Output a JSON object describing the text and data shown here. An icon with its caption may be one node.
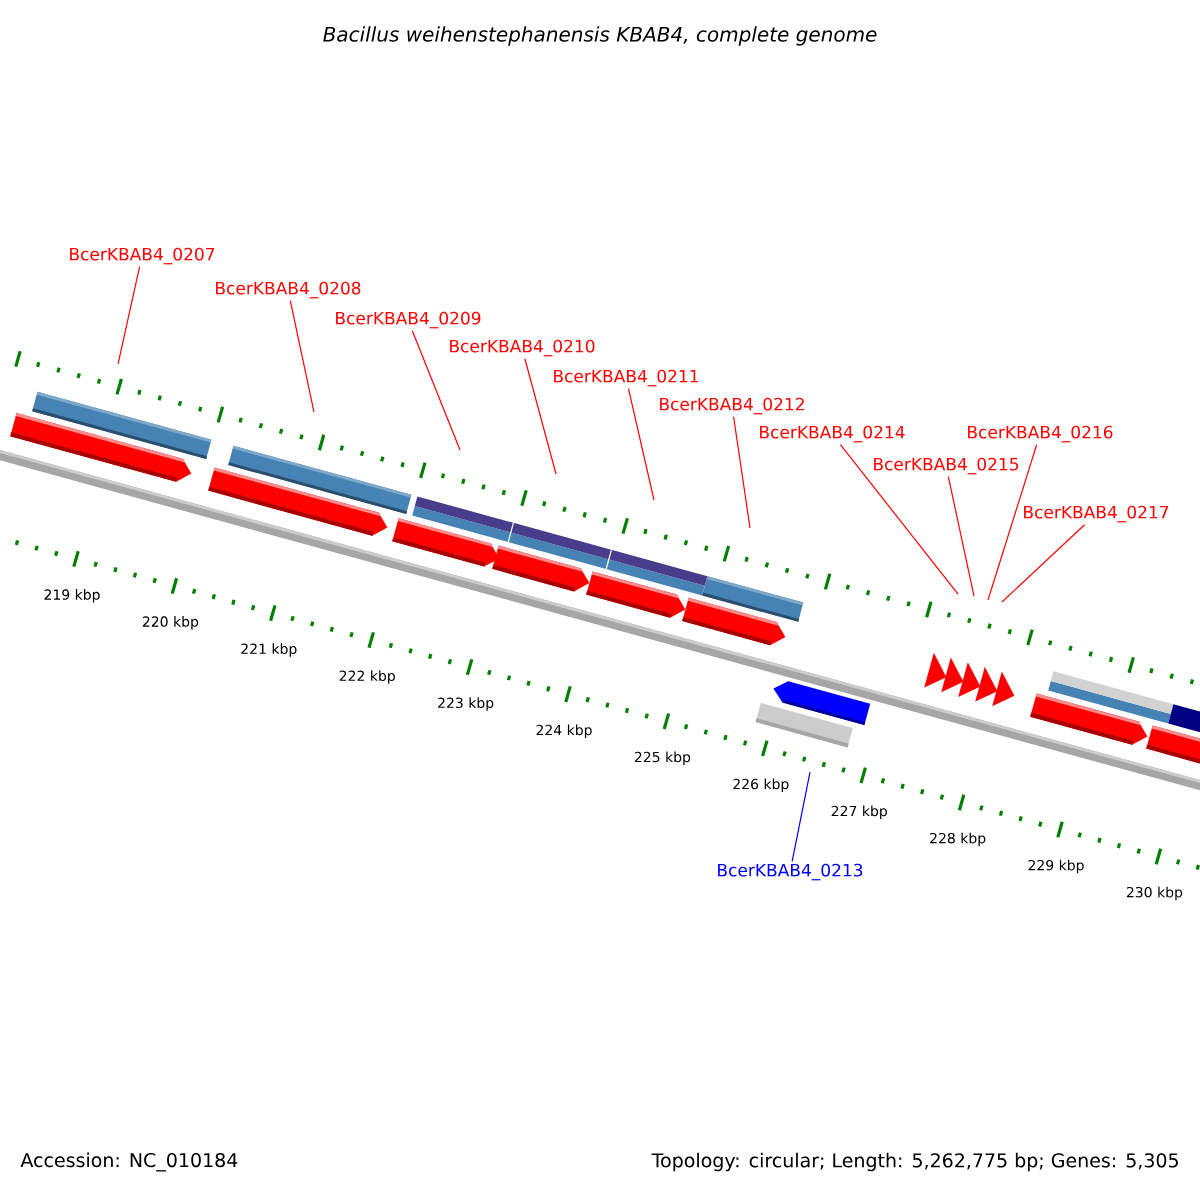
{
  "diagram": {
    "title": "Bacillus weihenstephanensis KBAB4, complete genome",
    "nodes": [
      {
        "text": [
          "BcerKBAB4_0207"
        ]
      },
      {
        "text": [
          "BcerKBAB4_0208"
        ]
      },
      {
        "text": [
          "BcerKBAB4_0209"
        ]
      },
      {
        "text": [
          "BcerKBAB4_0210"
        ]
      },
      {
        "text": [
          "BcerKBAB4_0211"
        ]
      },
      {
        "text": [
          "BcerKBAB4_0212"
        ]
      },
      {
        "text": [
          "BcerKBAB4_0213"
        ]
      },
      {
        "text": [
          "BcerKBAB4_0214"
        ]
      },
      {
        "text": [
          "BcerKBAB4_0215"
        ]
      },
      {
        "text": [
          "BcerKBAB4_0216"
        ]
      },
      {
        "text": [
          "BcerKBAB4_0217"
        ]
      }
    ],
    "edges": [
      {
        "from": 0,
        "to": null,
        "arrow": "none"
      },
      {
        "from": 1,
        "to": null,
        "arrow": "none"
      },
      {
        "from": 2,
        "to": null,
        "arrow": "none"
      },
      {
        "from": 3,
        "to": null,
        "arrow": "none"
      },
      {
        "from": 4,
        "to": null,
        "arrow": "none"
      },
      {
        "from": 5,
        "to": null,
        "arrow": "none"
      },
      {
        "from": 6,
        "to": null,
        "arrow": "none",
        "color": "#0000ff"
      },
      {
        "from": 7,
        "to": null,
        "arrow": "none"
      },
      {
        "from": 8,
        "to": null,
        "arrow": "none"
      },
      {
        "from": 9,
        "to": null,
        "arrow": "none"
      },
      {
        "from": 10,
        "to": null,
        "arrow": "none"
      }
    ],
    "labels": [
      "219 kbp",
      "220 kbp",
      "221 kbp",
      "222 kbp",
      "223 kbp",
      "224 kbp",
      "225 kbp",
      "226 kbp",
      "227 kbp",
      "228 kbp",
      "229 kbp",
      "230 kbp",
      "Accession: NC_010184",
      "Topology: circular; Length: 5,262,775 bp; Genes: 5,305"
    ]
  }
}
